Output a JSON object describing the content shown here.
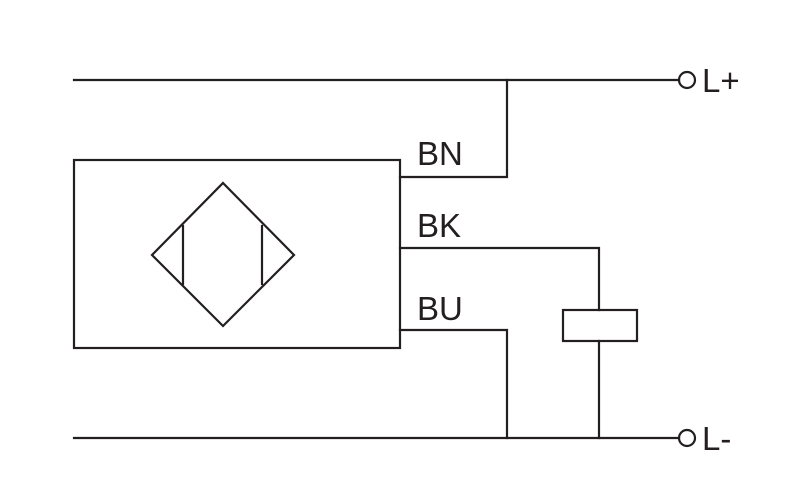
{
  "labels": {
    "wire_brown": "BN",
    "wire_black": "BK",
    "wire_blue": "BU",
    "terminal_positive": "L+",
    "terminal_negative": "L-"
  },
  "colors": {
    "line": "#231f20",
    "background": "#ffffff"
  }
}
